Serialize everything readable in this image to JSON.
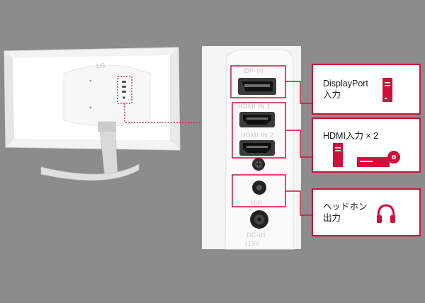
{
  "monitor": {
    "logo": "LG"
  },
  "ports": {
    "dp_label": "DP-IN",
    "hdmi1_label": "HDMI IN 1",
    "hdmi2_label": "HDMI IN 2",
    "headphone_label": "H/P",
    "dc_label": "DC-IN",
    "dc_voltage": "(19V"
  },
  "callouts": [
    {
      "id": "displayport",
      "line1": "DisplayPort",
      "line2": "入力",
      "icon": "desktop-pc-icon"
    },
    {
      "id": "hdmi",
      "line1": "HDMI入力 × 2",
      "line2": "",
      "icon": "pc-and-bluray-icon"
    },
    {
      "id": "headphone",
      "line1": "ヘッドホン",
      "line2": "出力",
      "icon": "headphones-icon"
    }
  ],
  "colors": {
    "background": "#8c8c8c",
    "accent": "#c8143c",
    "panel": "#f4f4f4",
    "monitor_body": "#ffffff"
  }
}
